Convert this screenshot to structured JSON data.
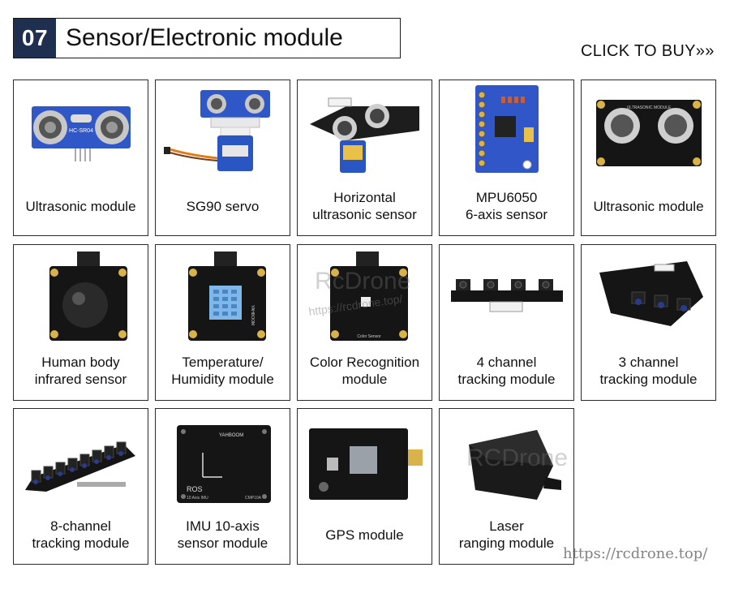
{
  "header": {
    "number": "07",
    "title": "Sensor/Electronic module"
  },
  "buy_link": "CLICK TO BUY»»",
  "watermarks": {
    "brand": "RcDrone",
    "url_small": "https://rcdrone.top/",
    "brand_large": "RCDrone",
    "url_footer": "https://rcdrone.top/"
  },
  "products": [
    {
      "label": "Ultrasonic module",
      "icon": "ultrasonic-blue-icon",
      "pcb_text": "HC-SR04"
    },
    {
      "label": "SG90 servo",
      "icon": "servo-icon",
      "pcb_text": ""
    },
    {
      "label": "Horizontal\nultrasonic sensor",
      "icon": "horizontal-ultrasonic-icon",
      "pcb_text": ""
    },
    {
      "label": "MPU6050\n6-axis sensor",
      "icon": "mpu6050-icon",
      "pcb_text": ""
    },
    {
      "label": "Ultrasonic module",
      "icon": "ultrasonic-black-icon",
      "pcb_text": "ULTRASONIC MODULE"
    },
    {
      "label": "Human body\ninfrared sensor",
      "icon": "pir-sensor-icon",
      "pcb_text": ""
    },
    {
      "label": "Temperature/\nHumidity module",
      "icon": "dht-sensor-icon",
      "pcb_text": "YAHBOOM"
    },
    {
      "label": "Color Recognition\nmodule",
      "icon": "color-sensor-icon",
      "pcb_text": "Color Sensor"
    },
    {
      "label": "4 channel\ntracking module",
      "icon": "tracking-4ch-icon",
      "pcb_text": ""
    },
    {
      "label": "3 channel\ntracking module",
      "icon": "tracking-3ch-icon",
      "pcb_text": ""
    },
    {
      "label": "8-channel\ntracking module",
      "icon": "tracking-8ch-icon",
      "pcb_text": ""
    },
    {
      "label": "IMU 10-axis\nsensor module",
      "icon": "imu-icon",
      "pcb_text": "YAHBOOM",
      "imu_text": "ROS",
      "imu_sub": "10 Axis IMU",
      "imu_model": "CMP10A"
    },
    {
      "label": "GPS module",
      "icon": "gps-icon",
      "pcb_text": ""
    },
    {
      "label": "Laser\nranging module",
      "icon": "laser-icon",
      "pcb_text": ""
    }
  ],
  "colors": {
    "header_bg": "#1f2f4f",
    "pcb_blue": "#2f57c8",
    "pcb_black": "#151515",
    "gold": "#d9b24a"
  }
}
